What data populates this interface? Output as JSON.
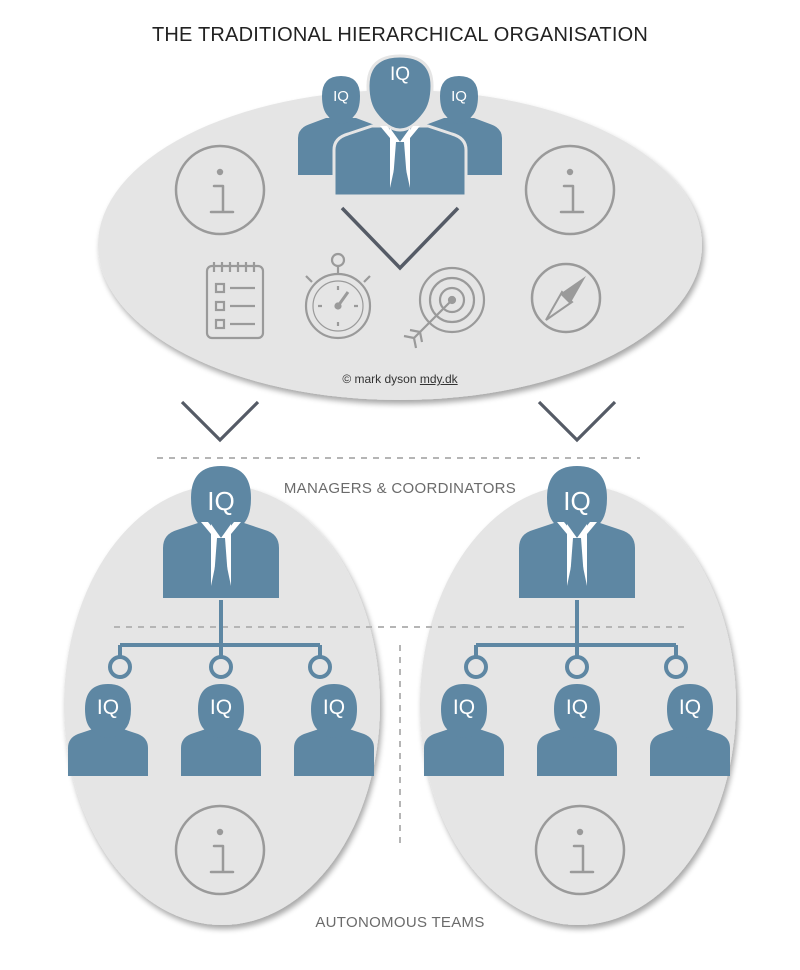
{
  "title": "THE TRADITIONAL HIERARCHICAL ORGANISATION",
  "copyright": {
    "prefix": "© mark dyson",
    "site": "mdy.dk"
  },
  "managers_label": "MANAGERS & COORDINATORS",
  "teams_label": "AUTONOMOUS TEAMS",
  "iq_label": "IQ",
  "colors": {
    "figure": "#5e87a3",
    "ellipse": "#e5e5e5",
    "icon_stroke": "#9a9a9a",
    "chevron": "#555b66",
    "divider": "#b5b5b5"
  },
  "icons": [
    "info-icon",
    "checklist-icon",
    "stopwatch-icon",
    "target-icon",
    "compass-icon",
    "chevron-down-icon"
  ]
}
